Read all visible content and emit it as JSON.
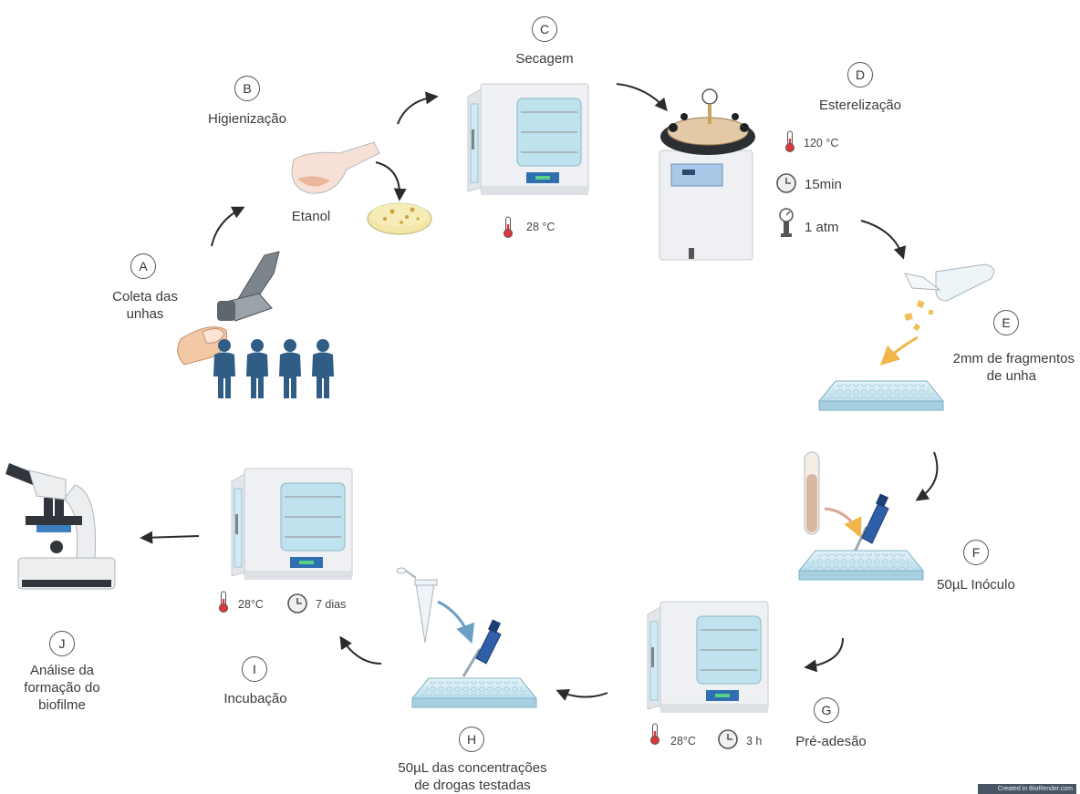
{
  "steps": {
    "a": {
      "letter": "A",
      "label_l1": "Coleta das",
      "label_l2": "unhas"
    },
    "b": {
      "letter": "B",
      "label": "Higienização",
      "reagent": "Etanol"
    },
    "c": {
      "letter": "C",
      "label": "Secagem",
      "temp": "28 °C"
    },
    "d": {
      "letter": "D",
      "label": "Esterelização",
      "temp": "120 °C",
      "time": "15min",
      "pressure": "1 atm"
    },
    "e": {
      "letter": "E",
      "label_l1": "2mm de fragmentos",
      "label_l2": "de unha"
    },
    "f": {
      "letter": "F",
      "label": "50µL Inóculo"
    },
    "g": {
      "letter": "G",
      "label": "Pré-adesão",
      "temp": "28°C",
      "time": "3 h"
    },
    "h": {
      "letter": "H",
      "label_l1": "50µL das concentrações",
      "label_l2": "de drogas testadas"
    },
    "i": {
      "letter": "I",
      "label": "Incubação",
      "temp": "28°C",
      "time": "7 dias"
    },
    "j": {
      "letter": "J",
      "label_l1": "Análise da",
      "label_l2": "formação do",
      "label_l3": "biofilme"
    }
  },
  "footer": {
    "credit": "Created in BioRender.com"
  },
  "colors": {
    "people": "#2f5d86",
    "plate": "#b9dde9",
    "incubator": "#eef0f3",
    "door_glass": "#bfe3ee",
    "arrow": "#2b2b2b",
    "flame_orange": "#f0b64a"
  },
  "icons": [
    "nail-clipper-icon",
    "finger-icon",
    "people-icon",
    "flask-icon",
    "petri-dish-icon",
    "incubator-icon",
    "autoclave-icon",
    "thermometer-icon",
    "clock-icon",
    "pressure-gauge-icon",
    "tube-icon",
    "well-plate-icon",
    "test-tube-icon",
    "pipette-icon",
    "microscope-icon"
  ]
}
